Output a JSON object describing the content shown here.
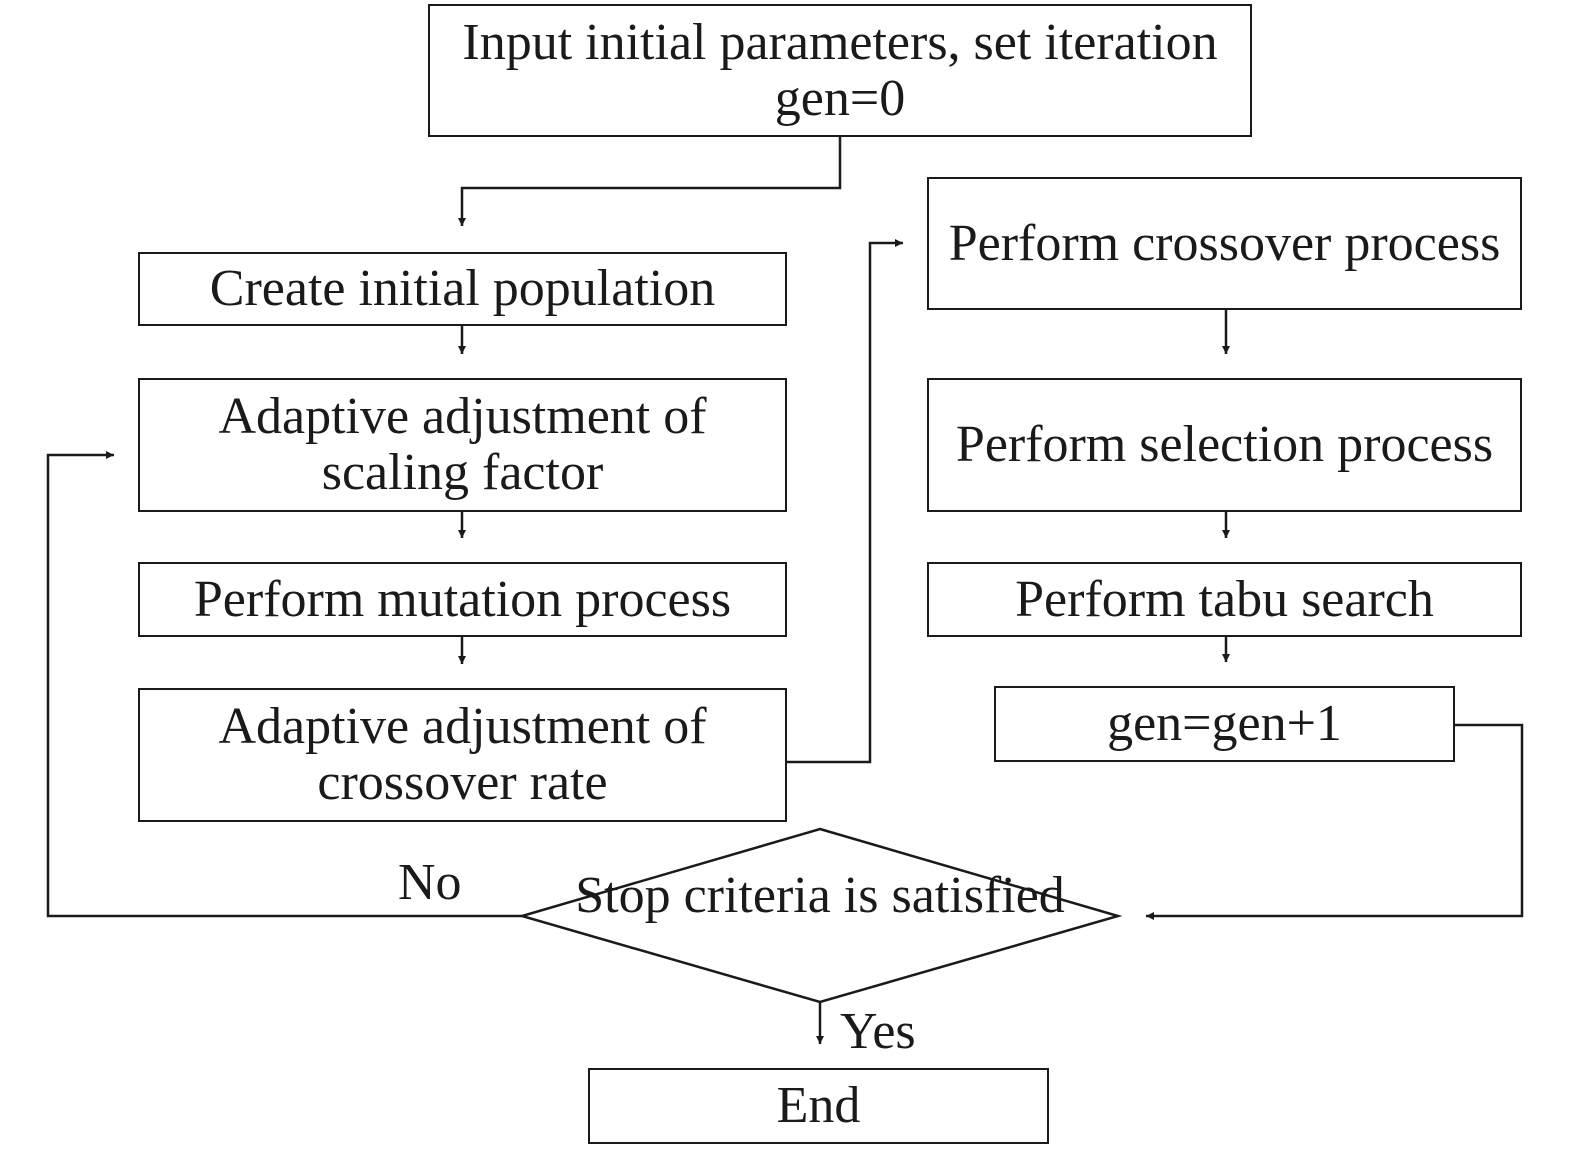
{
  "nodes": {
    "input": "Input initial parameters, set iteration gen=0",
    "create": "Create initial population",
    "scale": "Adaptive adjustment of scaling factor",
    "mutation": "Perform mutation process",
    "crossrate": "Adaptive adjustment of crossover rate",
    "crossover": "Perform crossover process",
    "selection": "Perform selection process",
    "tabu": "Perform tabu search",
    "gen": "gen=gen+1",
    "end": "End"
  },
  "decision": {
    "stop": "Stop criteria is satisfied"
  },
  "edge_labels": {
    "no": "No",
    "yes": "Yes"
  },
  "colors": {
    "stroke": "#1a1a1a",
    "background": "#ffffff"
  }
}
